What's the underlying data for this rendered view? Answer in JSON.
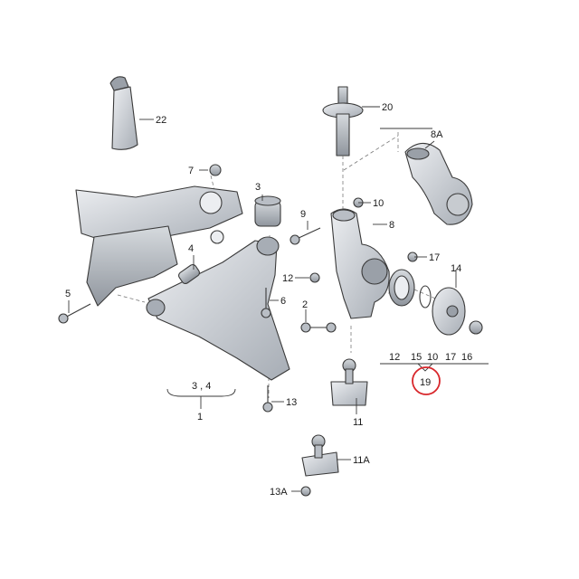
{
  "labels": {
    "l22": "22",
    "l20": "20",
    "l8a": "8A",
    "l7": "7",
    "l3": "3",
    "l10a": "10",
    "l9": "9",
    "l8": "8",
    "l17a": "17",
    "l4": "4",
    "l14": "14",
    "l5": "5",
    "l12a": "12",
    "l6": "6",
    "l2": "2",
    "l12b": "12",
    "l15": "15",
    "l10b": "10",
    "l17b": "17",
    "l16": "16",
    "l19": "19",
    "l34": "3 , 4",
    "l1": "1",
    "l13": "13",
    "l11": "11",
    "l11a": "11A",
    "l13a": "13A"
  },
  "colors": {
    "metal_light": "#dcdfe3",
    "metal_mid": "#b9bec5",
    "metal_dark": "#8d939b",
    "line": "#3a3a3a",
    "highlight_circle": "#d8262b"
  }
}
